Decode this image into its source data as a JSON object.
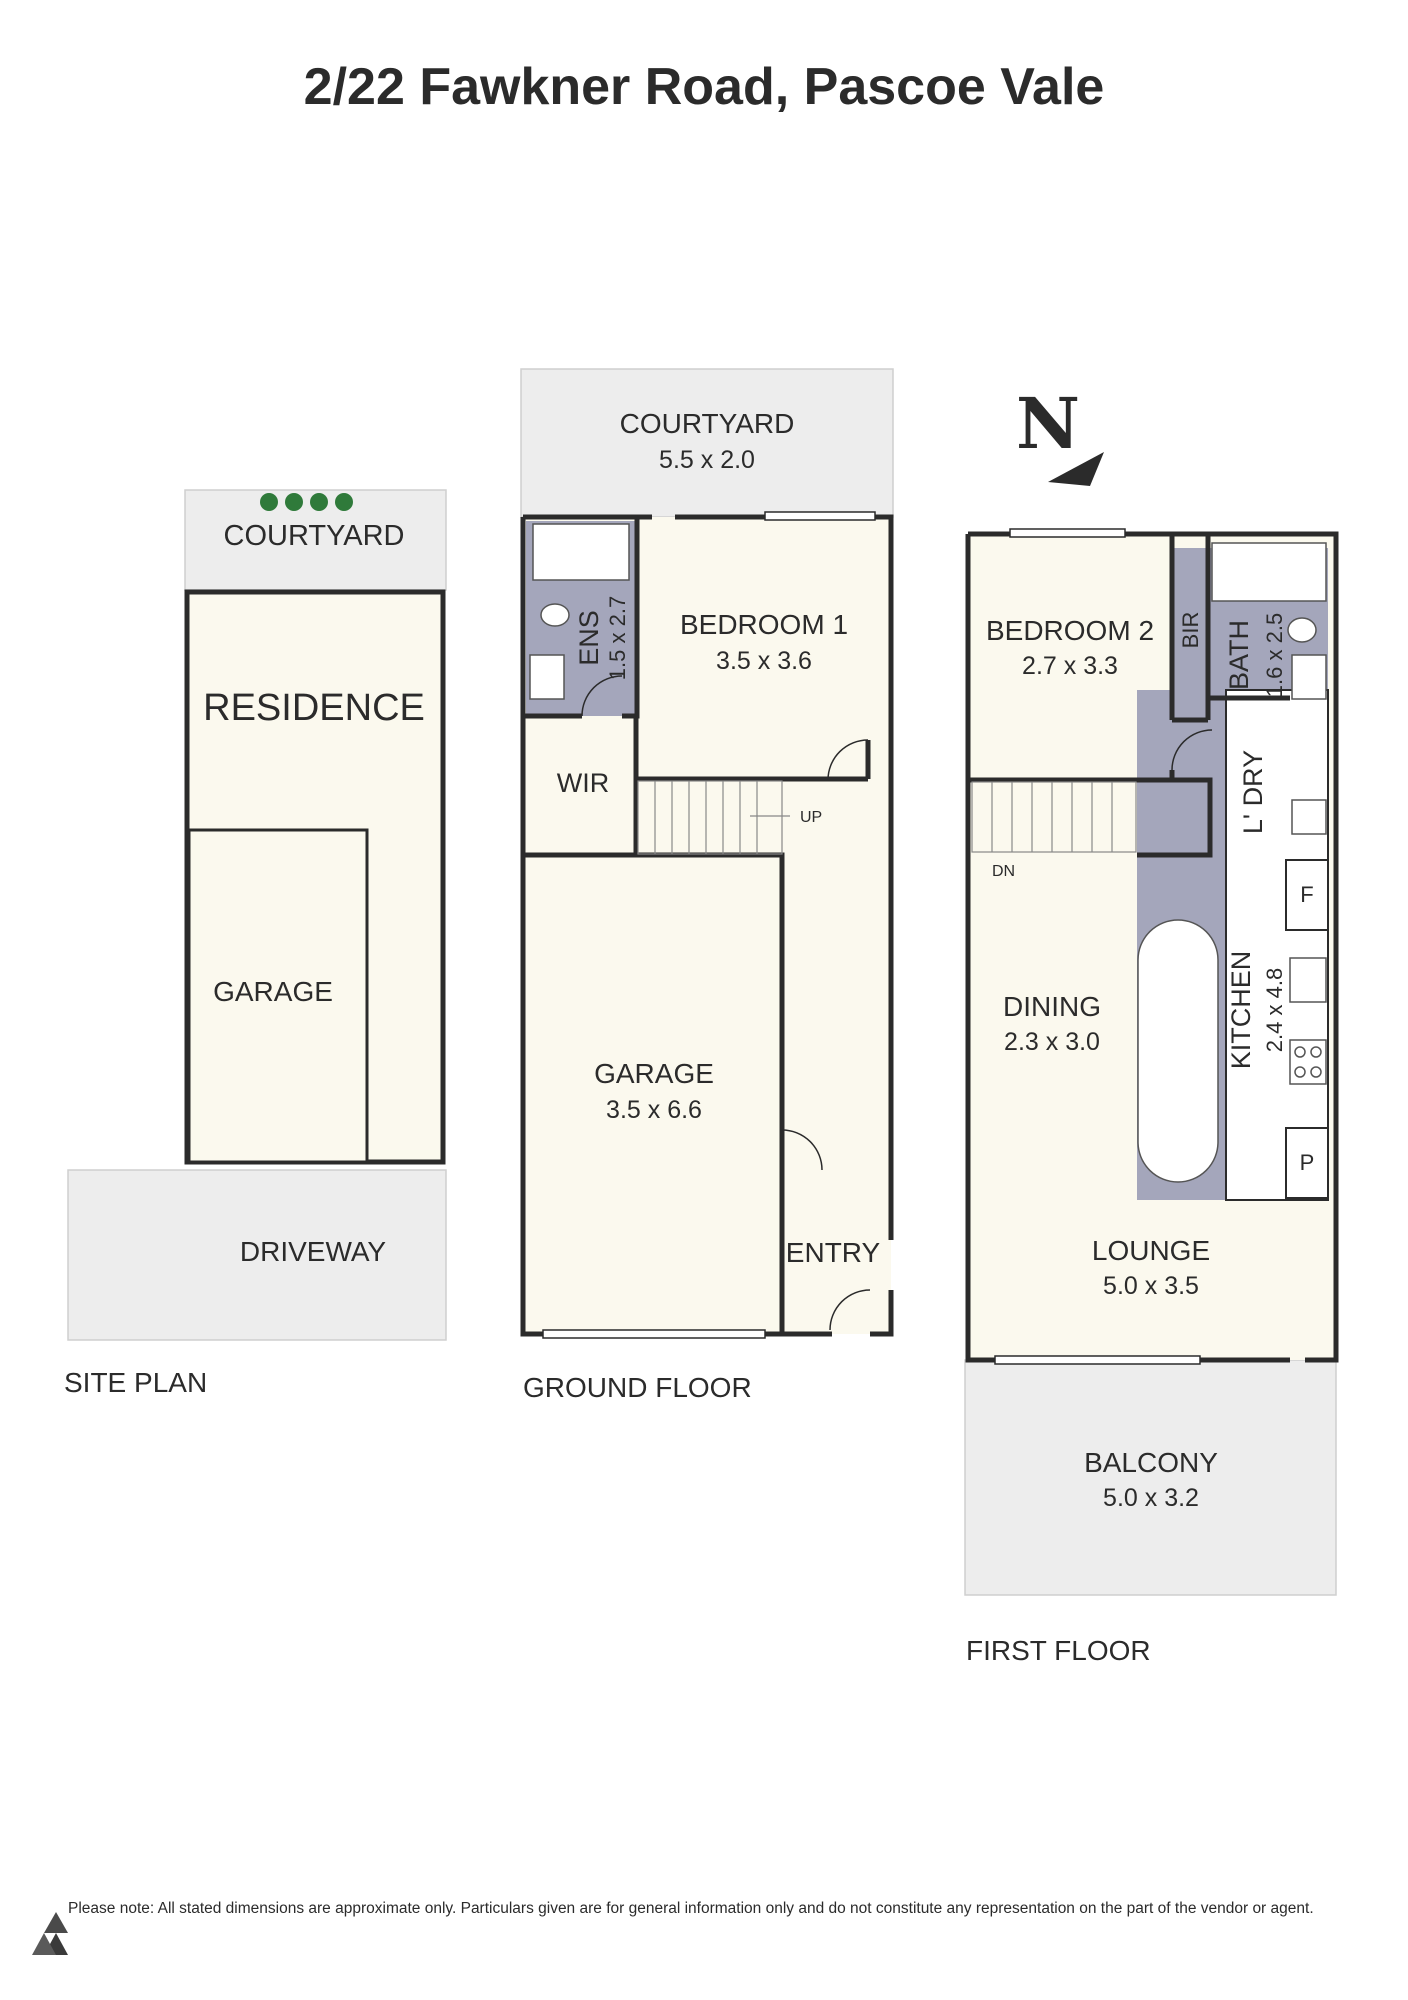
{
  "title": "2/22 Fawkner Road, Pascoe Vale",
  "compass": {
    "label": "N"
  },
  "site_plan": {
    "caption": "SITE PLAN",
    "courtyard": "COURTYARD",
    "residence": "RESIDENCE",
    "garage": "GARAGE",
    "driveway": "DRIVEWAY"
  },
  "ground_floor": {
    "caption": "GROUND FLOOR",
    "courtyard": {
      "name": "COURTYARD",
      "dims": "5.5 x 2.0"
    },
    "bedroom1": {
      "name": "BEDROOM 1",
      "dims": "3.5 x 3.6"
    },
    "ensuite": {
      "name": "ENS",
      "dims": "1.5 x 2.7"
    },
    "wir": "WIR",
    "stairs_label": "UP",
    "garage": {
      "name": "GARAGE",
      "dims": "3.5 x 6.6"
    },
    "entry": "ENTRY"
  },
  "first_floor": {
    "caption": "FIRST FLOOR",
    "bedroom2": {
      "name": "BEDROOM 2",
      "dims": "2.7 x 3.3"
    },
    "bir": "BIR",
    "bath": {
      "name": "BATH",
      "dims": "1.6 x 2.5"
    },
    "laundry": "L' DRY",
    "stairs_label": "DN",
    "fridge": "F",
    "pantry": "P",
    "kitchen": {
      "name": "KITCHEN",
      "dims": "2.4 x 4.8"
    },
    "dining": {
      "name": "DINING",
      "dims": "2.3 x 3.0"
    },
    "lounge": {
      "name": "LOUNGE",
      "dims": "5.0 x 3.5"
    },
    "balcony": {
      "name": "BALCONY",
      "dims": "5.0 x 3.2"
    }
  },
  "disclaimer": "Please note: All stated dimensions are approximate only. Particulars given are for general information only and do not constitute any representation on the part of the vendor or agent.",
  "colors": {
    "wall": "#2b2b2b",
    "room_fill": "#fbf9ee",
    "outdoor_fill": "#ededed",
    "wet_area_fill": "#a4a6bb",
    "tree": "#2f7a3a"
  }
}
